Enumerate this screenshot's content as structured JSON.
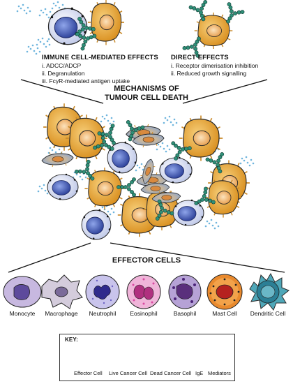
{
  "immune_effects": {
    "heading": "IMMUNE CELL-MEDIATED EFFECTS",
    "items": [
      "i. ADCC/ADCP",
      "ii. Degranulation",
      "iii. FcγR-mediated antigen uptake"
    ]
  },
  "direct_effects": {
    "heading": "DIRECT EFFECTS",
    "items": [
      "i. Receptor dimerisation inhibition",
      "ii. Reduced growth signalling"
    ]
  },
  "mechanisms_title": [
    "MECHANISMS OF",
    "TUMOUR CELL DEATH"
  ],
  "effector_title": "EFFECTOR CELLS",
  "effector_cells": [
    "Monocyte",
    "Macrophage",
    "Neutrophil",
    "Eosinophil",
    "Basophil",
    "Mast Cell",
    "Dendritic Cell"
  ],
  "key": {
    "title": "KEY:",
    "items": [
      "Effector Cell",
      "Live Cancer Cell",
      "Dead Cancer Cell",
      "IgE",
      "Mediators"
    ]
  },
  "colors": {
    "cancer_cell": "#e8a637",
    "cancer_nucleus": "#f2c48c",
    "effector_cell": "#dfe4f4",
    "effector_nucleus": "#3d56b0",
    "ige": "#2f8f78",
    "mediators": "#6fb5dd"
  }
}
